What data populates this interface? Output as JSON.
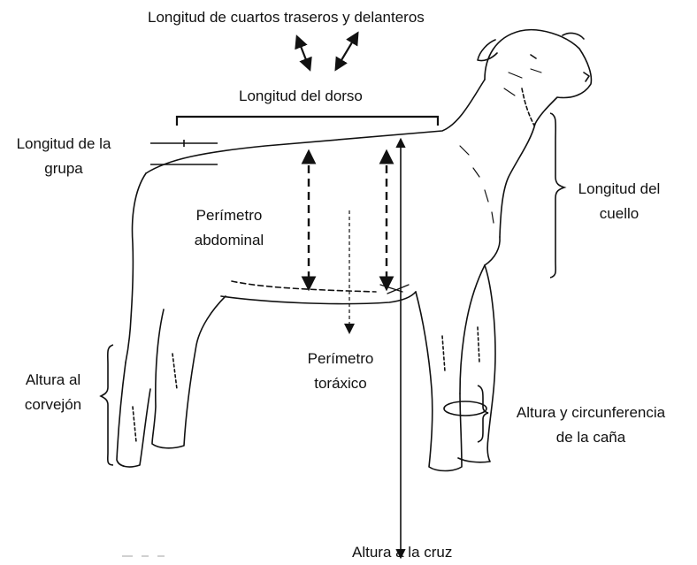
{
  "labels": {
    "top": "Longitud de cuartos traseros y delanteros",
    "back_length": "Longitud del dorso",
    "rump_length_1": "Longitud de la",
    "rump_length_2": "grupa",
    "abdominal_1": "Perímetro",
    "abdominal_2": "abdominal",
    "thoracic_1": "Perímetro",
    "thoracic_2": "toráxico",
    "neck_1": "Longitud del",
    "neck_2": "cuello",
    "hock_1": "Altura al",
    "hock_2": "corvejón",
    "cannon_1": "Altura y circunferencia",
    "cannon_2": "de la caña",
    "withers": "Altura a la cruz"
  },
  "colors": {
    "ink": "#111111",
    "background": "#ffffff"
  }
}
